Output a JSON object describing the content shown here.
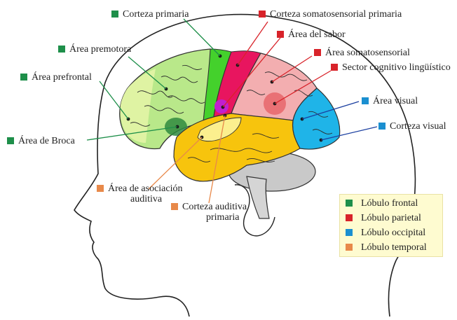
{
  "colors": {
    "frontal": "#1e8f4a",
    "parietal": "#d8232a",
    "occipital": "#1b8fd0",
    "temporal": "#e8894a"
  },
  "labels": {
    "corteza_primaria": "Corteza primaria",
    "corteza_somatosensorial_primaria": "Corteza somatosensorial primaria",
    "area_del_sabor": "Área del sabor",
    "area_premotora": "Área premotora",
    "area_somatosensorial": "Área somatosensorial",
    "sector_cognitivo": "Sector cognitivo lingüístico",
    "area_prefrontal": "Área prefrontal",
    "area_visual": "Área visual",
    "corteza_visual": "Corteza visual",
    "area_de_broca": "Área de Broca",
    "area_asociacion_line1": "Área de asociación",
    "area_asociacion_line2": "auditiva",
    "corteza_auditiva_line1": "Corteza auditiva",
    "corteza_auditiva_line2": "primaria"
  },
  "legend": [
    {
      "label": "Lóbulo frontal",
      "color": "#1e8f4a"
    },
    {
      "label": "Lóbulo parietal",
      "color": "#d8232a"
    },
    {
      "label": "Lóbulo occipital",
      "color": "#1b8fd0"
    },
    {
      "label": "Lóbulo temporal",
      "color": "#e8894a"
    }
  ]
}
